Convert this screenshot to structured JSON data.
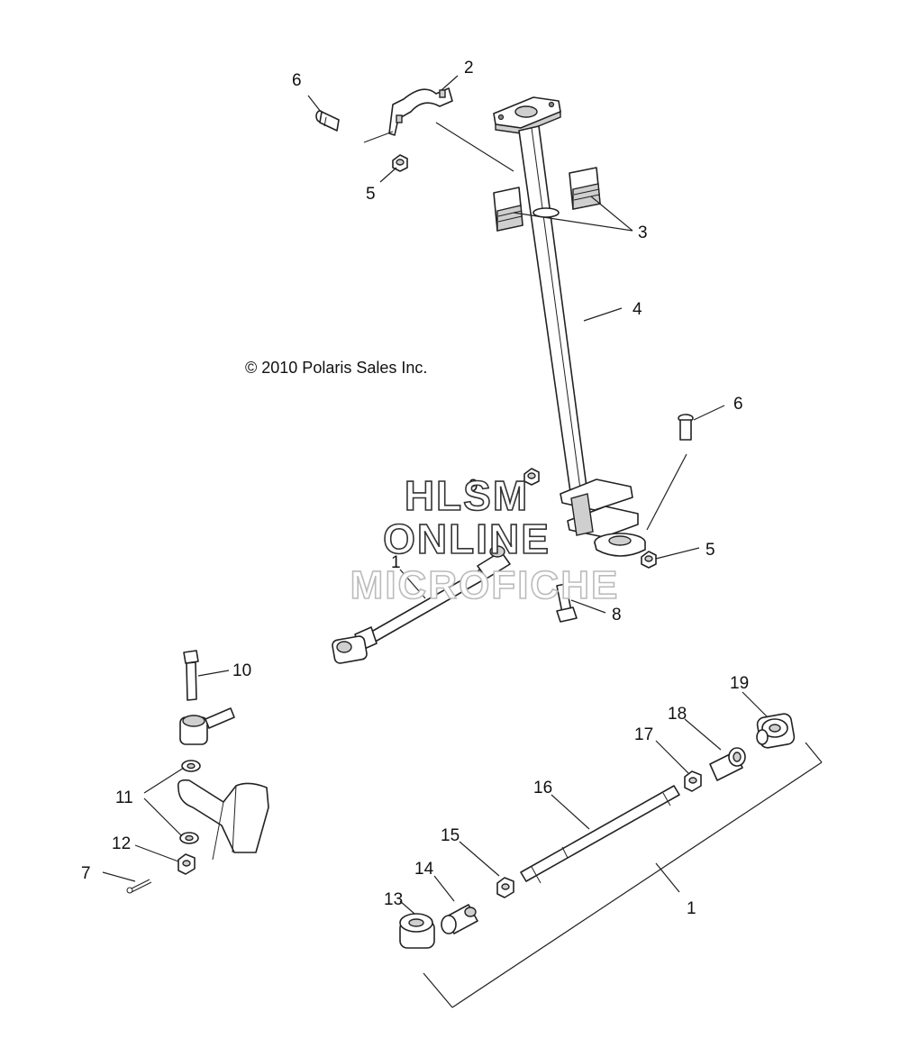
{
  "diagram": {
    "copyright": "© 2010 Polaris Sales Inc.",
    "watermark": {
      "line1": "HLSM",
      "line2": "ONLINE",
      "line3": "MICROFICHE"
    },
    "callouts": [
      "1",
      "1",
      "2",
      "3",
      "4",
      "5",
      "5",
      "6",
      "6",
      "7",
      "8",
      "9",
      "10",
      "11",
      "12",
      "13",
      "14",
      "15",
      "16",
      "17",
      "18",
      "19"
    ]
  }
}
